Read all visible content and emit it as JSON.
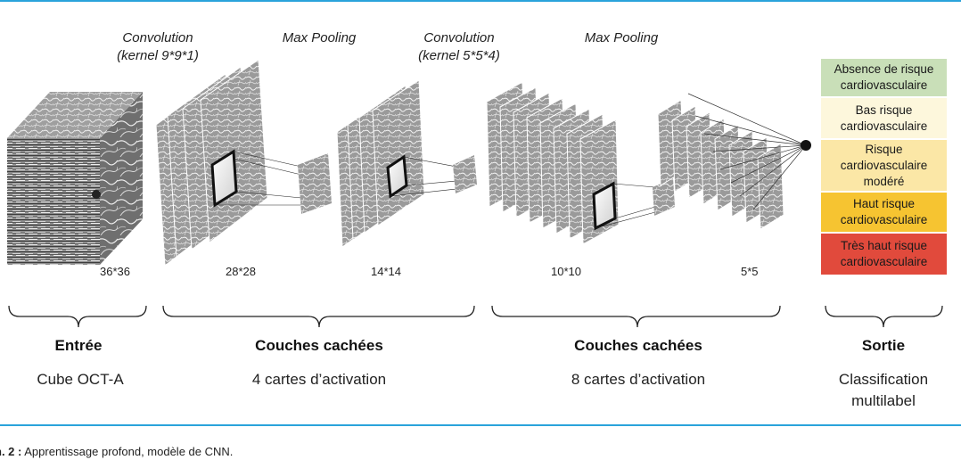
{
  "operations": [
    {
      "line1": "Convolution",
      "line2": "(kernel 9*9*1)"
    },
    {
      "line1": "Max Pooling",
      "line2": ""
    },
    {
      "line1": "Convolution",
      "line2": "(kernel 5*5*4)"
    },
    {
      "line1": "Max Pooling",
      "line2": ""
    }
  ],
  "sizes": [
    "36*36",
    "28*28",
    "14*14",
    "10*10",
    "5*5"
  ],
  "sections": [
    {
      "title": "Entrée",
      "subtitle": "Cube OCT-A"
    },
    {
      "title": "Couches cachées",
      "subtitle": "4 cartes d’activation"
    },
    {
      "title": "Couches cachées",
      "subtitle": "8 cartes d’activation"
    },
    {
      "title": "Sortie",
      "subtitle": "Classification multilabel"
    }
  ],
  "outputs": [
    {
      "label": "Absence de risque cardiovasculaire",
      "color": "#c9dfb8"
    },
    {
      "label": "Bas risque cardiovasculaire",
      "color": "#fdf7dc"
    },
    {
      "label": "Risque cardiovasculaire modéré",
      "color": "#fbe7a6"
    },
    {
      "label": "Haut risque cardiovasculaire",
      "color": "#f6c431"
    },
    {
      "label": "Très haut risque cardiovasculaire",
      "color": "#e14a3c"
    }
  ],
  "caption": {
    "prefix": "n. 2 :",
    "text": "Apprentissage profond, modèle de CNN."
  },
  "colors": {
    "rule": "#2aa3db"
  }
}
